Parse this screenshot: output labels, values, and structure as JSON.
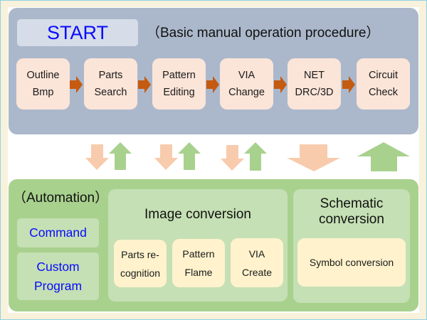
{
  "manual": {
    "start_label": "START",
    "procedure_title": "（Basic manual operation procedure）",
    "steps": [
      {
        "line1": "Outline",
        "line2": "Bmp"
      },
      {
        "line1": "Parts",
        "line2": "Search"
      },
      {
        "line1": "Pattern",
        "line2": "Editing"
      },
      {
        "line1": "VIA",
        "line2": "Change"
      },
      {
        "line1": "NET",
        "line2": "DRC/3D"
      },
      {
        "line1": "Circuit",
        "line2": "Check"
      }
    ],
    "flow_arrow_icon": "right-arrow-icon"
  },
  "automation": {
    "title": "（Automation）",
    "command_label": "Command",
    "custom_program": {
      "line1": "Custom",
      "line2": "Program"
    }
  },
  "image_conversion": {
    "title": "Image conversion",
    "items": [
      {
        "line1": "Parts re-",
        "line2": "cognition"
      },
      {
        "line1": "Pattern",
        "line2": "Flame"
      },
      {
        "line1": "VIA",
        "line2": "Create"
      }
    ]
  },
  "schematic_conversion": {
    "title_line1": "Schematic",
    "title_line2": "conversion",
    "item": "Symbol conversion"
  },
  "exchange_arrows": {
    "down_icon": "down-arrow-icon",
    "up_icon": "up-arrow-icon",
    "down_color": "#f8cbad",
    "up_color": "#a9d18e"
  },
  "colors": {
    "manual_panel": "#abb8cb",
    "step_box": "#fbe5d8",
    "flow_arrow": "#c55a11",
    "automation_panel": "#a9d18e",
    "sub_panel": "#c5e0b4",
    "conversion_box": "#fff2cc",
    "accent_text": "#0a0aff"
  }
}
